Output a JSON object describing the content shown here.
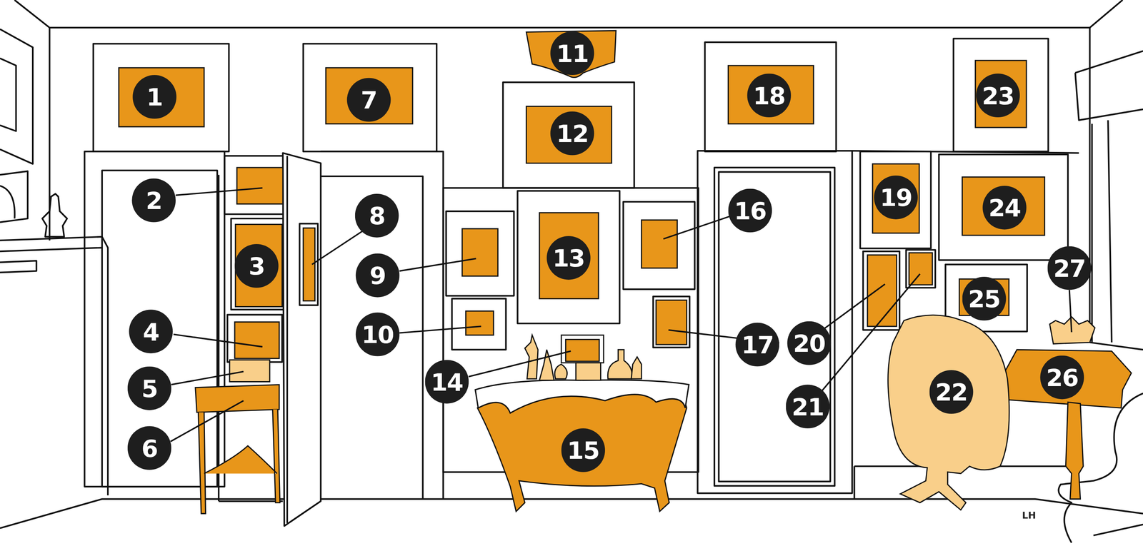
{
  "diagram": {
    "labels": [
      "1",
      "2",
      "3",
      "4",
      "5",
      "6",
      "7",
      "8",
      "9",
      "10",
      "11",
      "12",
      "13",
      "14",
      "15",
      "16",
      "17",
      "18",
      "19",
      "20",
      "21",
      "22",
      "23",
      "24",
      "25",
      "26",
      "27",
      "LH"
    ]
  }
}
